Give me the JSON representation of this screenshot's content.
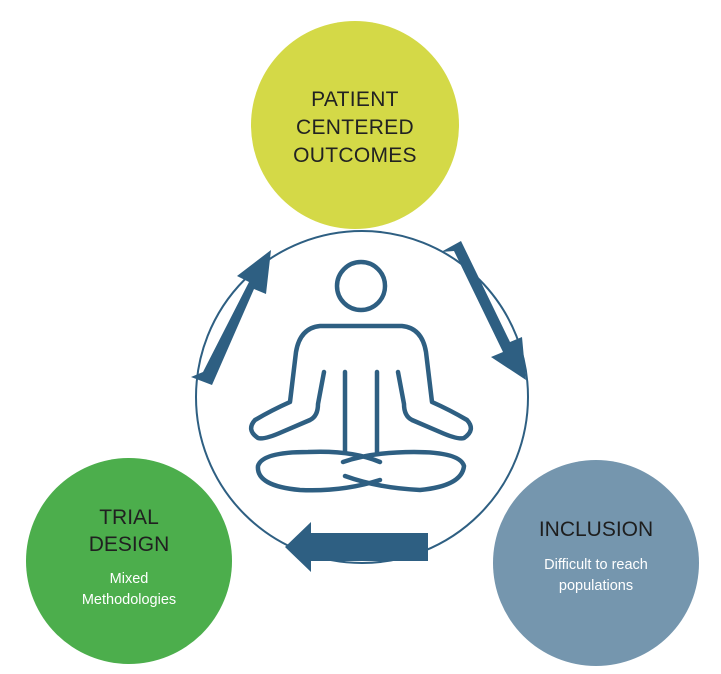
{
  "colors": {
    "outcomes": "#d4d947",
    "trial_design": "#4cae4c",
    "inclusion": "#7596ae",
    "arrows_and_figure": "#2e5f82"
  },
  "outcomes": {
    "title": "PATIENT\nCENTERED\nOUTCOMES"
  },
  "trial_design": {
    "title": "TRIAL\nDESIGN",
    "subtitle": "Mixed\nMethodologies"
  },
  "inclusion": {
    "title": "INCLUSION",
    "subtitle": "Difficult to reach\npopulations"
  },
  "center_icon": "meditating-person-icon"
}
